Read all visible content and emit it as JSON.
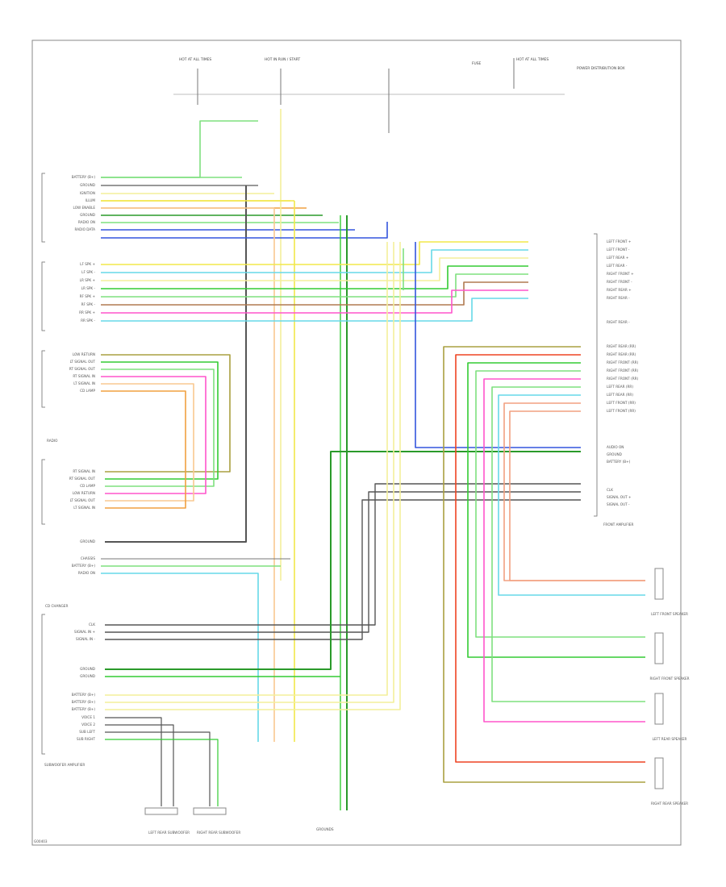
{
  "colors": {
    "frame": "#888888",
    "green": "#33cc33",
    "lt_green": "#7ee07e",
    "yellow": "#f2e84a",
    "lt_yellow": "#f4ef9a",
    "orange": "#f0a040",
    "lt_orange": "#f8c890",
    "pink": "#ff55cc",
    "red": "#ee4422",
    "blue": "#3355dd",
    "lt_blue": "#66d8e8",
    "gray": "#777777",
    "dark_gray": "#555555",
    "olive": "#aaa040",
    "dark_green": "#2a9a2a",
    "brown": "#b07a50",
    "salmon": "#f2a080"
  },
  "labels": {
    "top_hot1": "HOT AT ALL TIMES",
    "top_hot2": "HOT IN RUN / START",
    "top_fuse": "FUSE",
    "top_hot3": "HOT AT ALL TIMES",
    "top_dist": "POWER DISTRIBUTION BOX",
    "left_block1_name": "RADIO",
    "left_block3_name": "CD CHANGER",
    "bottom_block_name": "SUBWOOFER AMPLIFIER",
    "right_block_name": "FRONT AMPLIFIER",
    "bottom_lr_sub": "LEFT REAR SUBWOOFER",
    "bottom_rr_sub": "RIGHT REAR SUBWOOFER",
    "bottom_grounds": "GROUNDS",
    "footer_code": "G00403"
  },
  "left_block1_pins": [
    "BATTERY (B+)",
    "GROUND",
    "IGNITION",
    "ILLUM",
    "LOW ENABLE",
    "GROUND",
    "RADIO ON",
    "RADIO DATA"
  ],
  "left_block2_pins": [
    "LF SPK +",
    "LF SPK -",
    "LR SPK +",
    "LR SPK -",
    "RF SPK +",
    "RF SPK -",
    "RR SPK +",
    "RR SPK -"
  ],
  "left_block3_pins": [
    "LOW RETURN",
    "LT SIGNAL OUT",
    "RT SIGNAL OUT",
    "RT SIGNAL IN",
    "LT SIGNAL IN",
    "CD LAMP"
  ],
  "left_block4_pins": [
    "RT SIGNAL IN",
    "RT SIGNAL OUT",
    "CD LAMP",
    "LOW RETURN",
    "LT SIGNAL OUT",
    "LT SIGNAL IN"
  ],
  "left_block5_pins": [
    "GROUND",
    "CHASSIS",
    "BATTERY (B+)",
    "RADIO ON"
  ],
  "bottom_block_pins": [
    "CLK",
    "SIGNAL IN +",
    "SIGNAL IN -",
    "GROUND",
    "GROUND",
    "BATTERY (B+)",
    "BATTERY (B+)",
    "BATTERY (B+)",
    "VOICE 1",
    "VOICE 2",
    "SUB LEFT",
    "SUB RIGHT"
  ],
  "right_block1_pins": [
    "LEFT FRONT +",
    "LEFT FRONT -",
    "LEFT REAR +",
    "LEFT REAR -",
    "RIGHT FRONT +",
    "RIGHT FRONT -",
    "RIGHT REAR +",
    "RIGHT REAR -",
    "RIGHT REAR -"
  ],
  "right_block2_pins": [
    "RIGHT REAR (RR)",
    "RIGHT REAR (RR)",
    "RIGHT FRONT (RR)",
    "RIGHT FRONT (RR)",
    "RIGHT FRONT (RR)",
    "LEFT REAR (RR)",
    "LEFT REAR (RR)",
    "LEFT FRONT (RR)",
    "LEFT FRONT (RR)"
  ],
  "right_block3_pins": [
    "AUDIO ON",
    "GROUND",
    "BATTERY (B+)"
  ],
  "right_block4_pins": [
    "CLK",
    "SIGNAL OUT +",
    "SIGNAL OUT -"
  ],
  "right_speakers": [
    "LEFT FRONT SPEAKER",
    "RIGHT FRONT SPEAKER",
    "LEFT REAR SPEAKER",
    "RIGHT REAR SPEAKER"
  ]
}
